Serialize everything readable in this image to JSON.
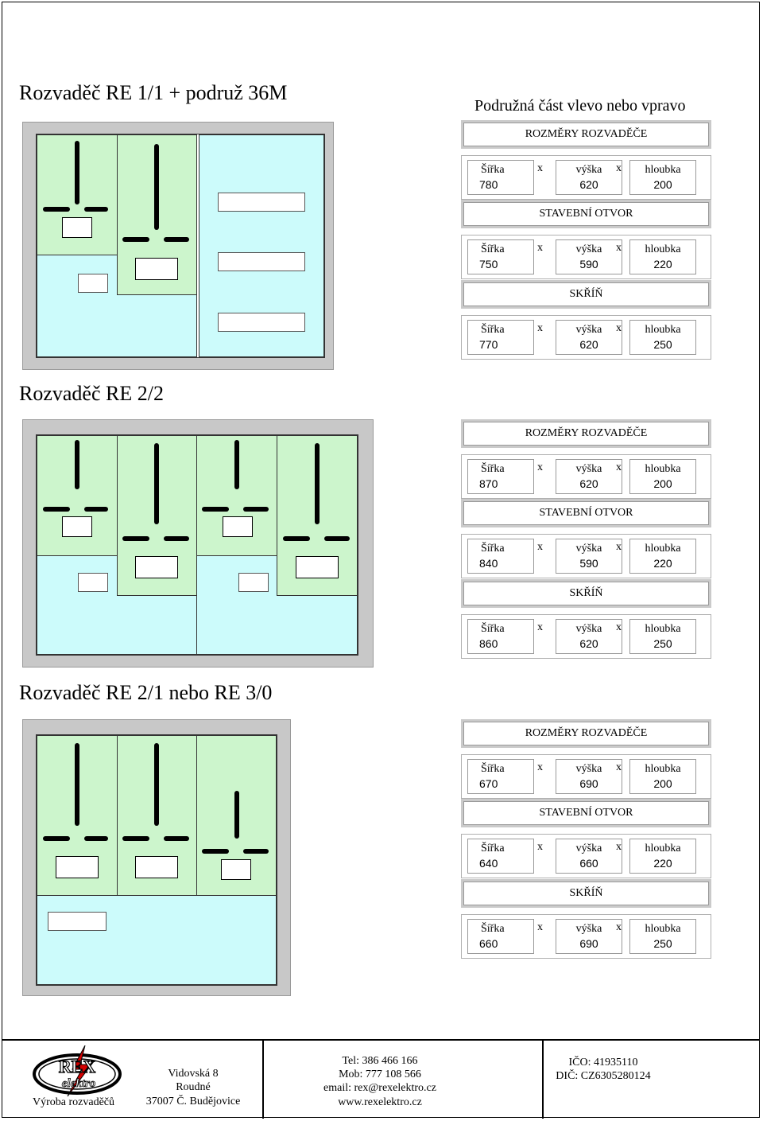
{
  "sections": [
    {
      "title": "Rozvaděč RE 1/1 + podruž 36M",
      "subtitle": "Podružná část vlevo nebo vpravo",
      "tables": [
        {
          "header": "ROZMĚRY ROZVADĚČE",
          "w": "780",
          "h": "620",
          "d": "200"
        },
        {
          "header": "STAVEBNÍ OTVOR",
          "w": "750",
          "h": "590",
          "d": "220"
        },
        {
          "header": "SKŘÍŇ",
          "w": "770",
          "h": "620",
          "d": "250"
        }
      ]
    },
    {
      "title": "Rozvaděč RE 2/2",
      "tables": [
        {
          "header": "ROZMĚRY ROZVADĚČE",
          "w": "870",
          "h": "620",
          "d": "200"
        },
        {
          "header": "STAVEBNÍ OTVOR",
          "w": "840",
          "h": "590",
          "d": "220"
        },
        {
          "header": "SKŘÍŇ",
          "w": "860",
          "h": "620",
          "d": "250"
        }
      ]
    },
    {
      "title": "Rozvaděč RE 2/1 nebo RE 3/0",
      "tables": [
        {
          "header": "ROZMĚRY ROZVADĚČE",
          "w": "670",
          "h": "690",
          "d": "200"
        },
        {
          "header": "STAVEBNÍ OTVOR",
          "w": "640",
          "h": "660",
          "d": "220"
        },
        {
          "header": "SKŘÍŇ",
          "w": "660",
          "h": "690",
          "d": "250"
        }
      ]
    }
  ],
  "labels": {
    "width": "Šířka",
    "height": "výška",
    "depth": "hloubka",
    "times": "x"
  },
  "footer": {
    "logo_text": "REX",
    "logo_sub": "elektro",
    "tagline": "Výroba rozvaděčů",
    "address": [
      "Vidovská 8",
      "Roudné",
      "37007 Č. Budějovice"
    ],
    "contact": [
      "Tel: 386 466 166",
      "Mob: 777 108 566",
      "email: rex@rexelektro.cz",
      "www.rexelektro.cz"
    ],
    "ids": [
      "IČO: 41935110",
      "DIČ: CZ6305280124"
    ]
  }
}
